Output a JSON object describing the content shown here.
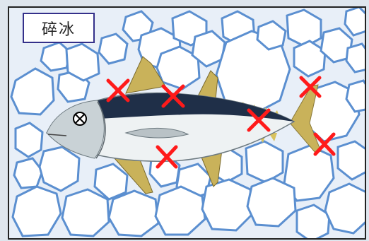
{
  "title": "碎冰",
  "colors": {
    "ice_stroke": "#5b8fd0",
    "ice_fill": "#ffffff",
    "background": "#e8eff8",
    "marker": "#ff1a1a",
    "fish_back": "#1f2f48",
    "fish_belly": "#eef2f3",
    "fish_fin": "#c9b25a",
    "label_border": "#34308a"
  },
  "markers": {
    "count": 6,
    "shape": "cross"
  },
  "eye_icon": "circled-x-icon"
}
